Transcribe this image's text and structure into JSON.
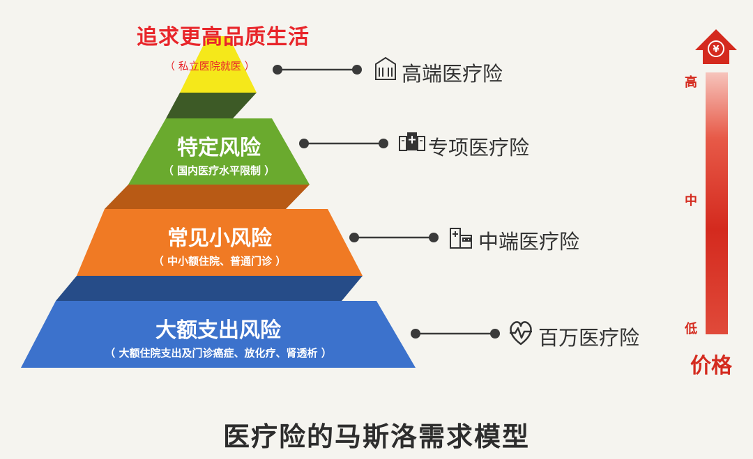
{
  "top": {
    "title": "追求更高品质生活",
    "subtitle": "（ 私立医院就医 ）"
  },
  "layers": [
    {
      "title": "特定风险",
      "subtitle": "（ 国内医疗水平限制 ）",
      "color": "#6aaa2e"
    },
    {
      "title": "常见小风险",
      "subtitle": "（ 中小额住院、普通门诊 ）",
      "color": "#f07a24"
    },
    {
      "title": "大额支出风险",
      "subtitle": "（ 大额住院支出及门诊癌症、放化疗、肾透析 ）",
      "color": "#3c72cc"
    }
  ],
  "insurance": [
    {
      "label": "高端医疗险",
      "icon": "hospital-building-icon"
    },
    {
      "label": "专项医疗险",
      "icon": "medical-facility-icon"
    },
    {
      "label": "中端医疗险",
      "icon": "clinic-building-icon"
    },
    {
      "label": "百万医疗险",
      "icon": "heartbeat-icon"
    }
  ],
  "price_axis": {
    "label": "价格",
    "high": "高",
    "mid": "中",
    "low": "低",
    "symbol": "¥"
  },
  "footer": "医疗险的马斯洛需求模型",
  "colors": {
    "apex": "#f5e81a",
    "green": "#6aaa2e",
    "orange": "#f07a24",
    "blue": "#3c72cc",
    "red": "#d42a1e"
  }
}
